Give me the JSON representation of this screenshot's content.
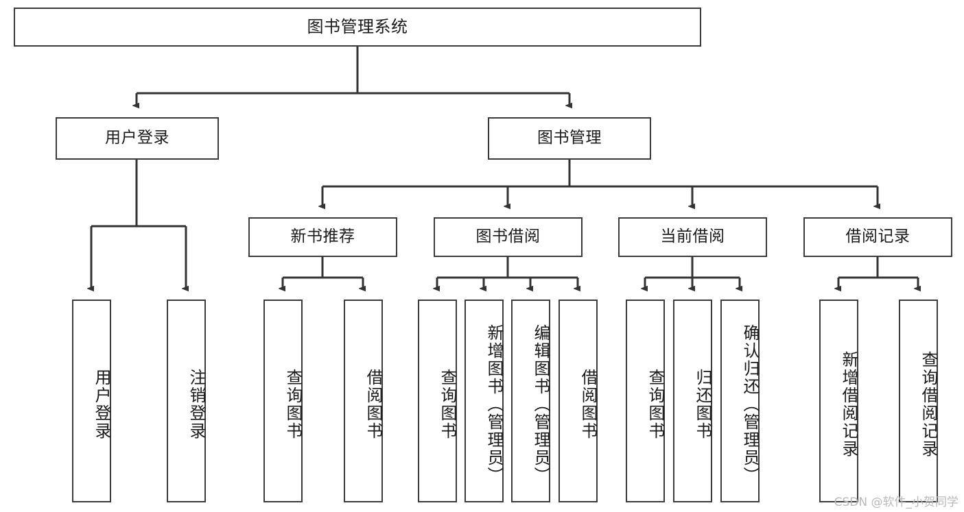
{
  "diagram": {
    "title": "图书管理系统",
    "type": "tree-hierarchy",
    "orientation": "top-down",
    "colors": {
      "box_border": "#3a3a3a",
      "box_fill": "#ffffff",
      "edge": "#333333",
      "text": "#1a1a1a",
      "watermark": "#b9b9b9",
      "background": "#ffffff"
    },
    "root": {
      "label": "图书管理系统"
    },
    "level2": [
      {
        "id": "user-login",
        "label": "用户登录"
      },
      {
        "id": "book-manage",
        "label": "图书管理"
      }
    ],
    "level3": [
      {
        "id": "new-book-recommend",
        "label": "新书推荐"
      },
      {
        "id": "book-borrow",
        "label": "图书借阅"
      },
      {
        "id": "current-borrow",
        "label": "当前借阅"
      },
      {
        "id": "borrow-record",
        "label": "借阅记录"
      }
    ],
    "leaves": {
      "user-login": [
        {
          "id": "leaf-user-login",
          "label": "用户登录"
        },
        {
          "id": "leaf-logout",
          "label": "注销登录"
        }
      ],
      "new-book-recommend": [
        {
          "id": "leaf-query-book-1",
          "label": "查询图书"
        },
        {
          "id": "leaf-borrow-book-1",
          "label": "借阅图书"
        }
      ],
      "book-borrow": [
        {
          "id": "leaf-query-book-2",
          "label": "查询图书"
        },
        {
          "id": "leaf-add-book",
          "label": "新增图书（管理员）"
        },
        {
          "id": "leaf-edit-book",
          "label": "编辑图书（管理员）"
        },
        {
          "id": "leaf-borrow-book-2",
          "label": "借阅图书"
        }
      ],
      "current-borrow": [
        {
          "id": "leaf-query-book-3",
          "label": "查询图书"
        },
        {
          "id": "leaf-return-book",
          "label": "归还图书"
        },
        {
          "id": "leaf-confirm-return",
          "label": "确认归还（管理员）"
        }
      ],
      "borrow-record": [
        {
          "id": "leaf-add-record",
          "label": "新增借阅记录"
        },
        {
          "id": "leaf-query-record",
          "label": "查询借阅记录"
        }
      ]
    }
  },
  "watermark": {
    "text": "CSDN @软件_小贺同学"
  }
}
